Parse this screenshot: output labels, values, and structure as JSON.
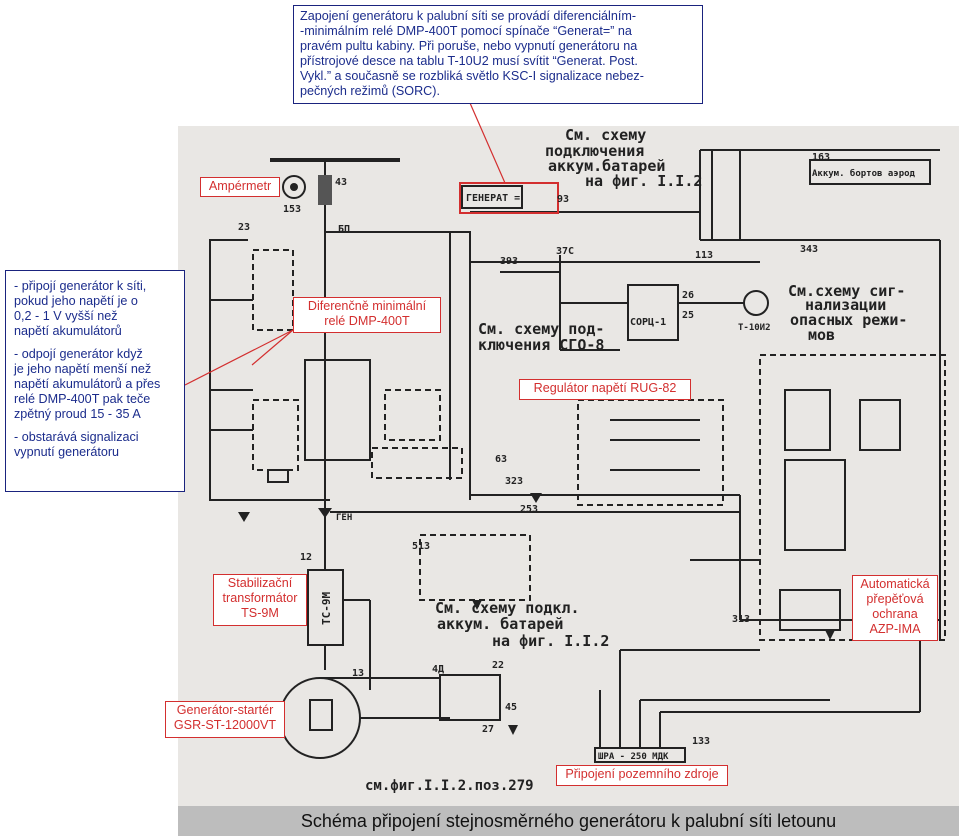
{
  "top_note": "Zapojení generátoru k palubní síti se provádí diferenciálním--minimálním relé DMP-400T pomocí spínače “Generat=” na pravém pultu kabiny. Při poruše, nebo vypnutí generátoru na přístrojové desce na tablu T-10U2 musí svítit “Generat. Post. Vykl.” a současně se rozbliká světlo KSC-I signalizace nebezpečných režimů (SORC).",
  "top_note_lines": [
    "Zapojení generátoru k palubní síti se provádí diferenciálním-",
    "-minimálním relé DMP-400T pomocí spínače “Generat=” na",
    "pravém pultu kabiny. Při poruše, nebo vypnutí generátoru na",
    "přístrojové desce na tablu T-10U2 musí svítit “Generat. Post.",
    "Vykl.” a současně se rozbliká světlo KSC-I signalizace nebez-",
    "pečných režimů (SORC)."
  ],
  "left_note": {
    "items": [
      [
        "- připojí generátor k síti,",
        "pokud jeho napětí je o",
        "0,2 - 1 V vyšší než",
        "napětí akumulátorů"
      ],
      [
        "- odpojí generátor když",
        "je jeho napětí menší než",
        "napětí akumulátorů a přes",
        "relé DMP-400T pak teče",
        "zpětný proud 15 - 35 A"
      ],
      [
        "- obstarává signalizaci",
        "vypnutí generátoru"
      ]
    ]
  },
  "labels": {
    "ampermetr": "Ampérmetr",
    "dmp": [
      "Diferenčně minimální",
      "relé DMP-400T"
    ],
    "rug": "Regulátor napětí RUG-82",
    "ts9m": [
      "Stabilizační",
      "transformátor",
      "TS-9M"
    ],
    "gsr": [
      "Generátor-startér",
      "GSR-ST-12000VT"
    ],
    "azp": [
      "Automatická",
      "přepěťová",
      "ochrana",
      "AZP-IMA"
    ],
    "ground_power": "Připojení pozemního zdroje"
  },
  "caption": "Schéma připojení stejnosměrného generátoru k palubní síti letounu",
  "scan_text": {
    "sm_schemu_top": [
      "См. схему",
      "подключения",
      "аккум.батарей",
      "на фиг. I.I.2"
    ],
    "generat_switch": "ГЕНЕРАТ =",
    "sm_podkl_sgo": [
      "См. схему под-",
      "ключения СГО-8"
    ],
    "sm_signal": [
      "См.схему сиг-",
      "нализации",
      "опасных режи-",
      "мов"
    ],
    "sm_akkum_bottom": [
      "См. схему подкл.",
      "аккум. батарей",
      "на фиг. I.I.2"
    ],
    "ref_bottom": "см.фиг.I.I.2.поз.279",
    "tc9m": "ТС-9М",
    "shra": "ШРА - 250 МДК",
    "sorc": "СОРЦ-1",
    "t1042": "Т-10И2",
    "akkum_bort": "Аккум. бортов аэрод",
    "gen": "ГЕН",
    "numbers": [
      "43",
      "153",
      "23",
      "БП",
      "393",
      "37С",
      "343",
      "113",
      "163",
      "93",
      "26",
      "25",
      "63",
      "323",
      "253",
      "513",
      "313",
      "133",
      "12",
      "13",
      "22",
      "4Д",
      "27",
      "45"
    ]
  },
  "colors": {
    "note_border": "#1a237e",
    "note_text": "#1b2c8c",
    "tag": "#d32f2f",
    "scan_bg": "#e9e7e4",
    "caption_bg": "#bdbdbd"
  }
}
